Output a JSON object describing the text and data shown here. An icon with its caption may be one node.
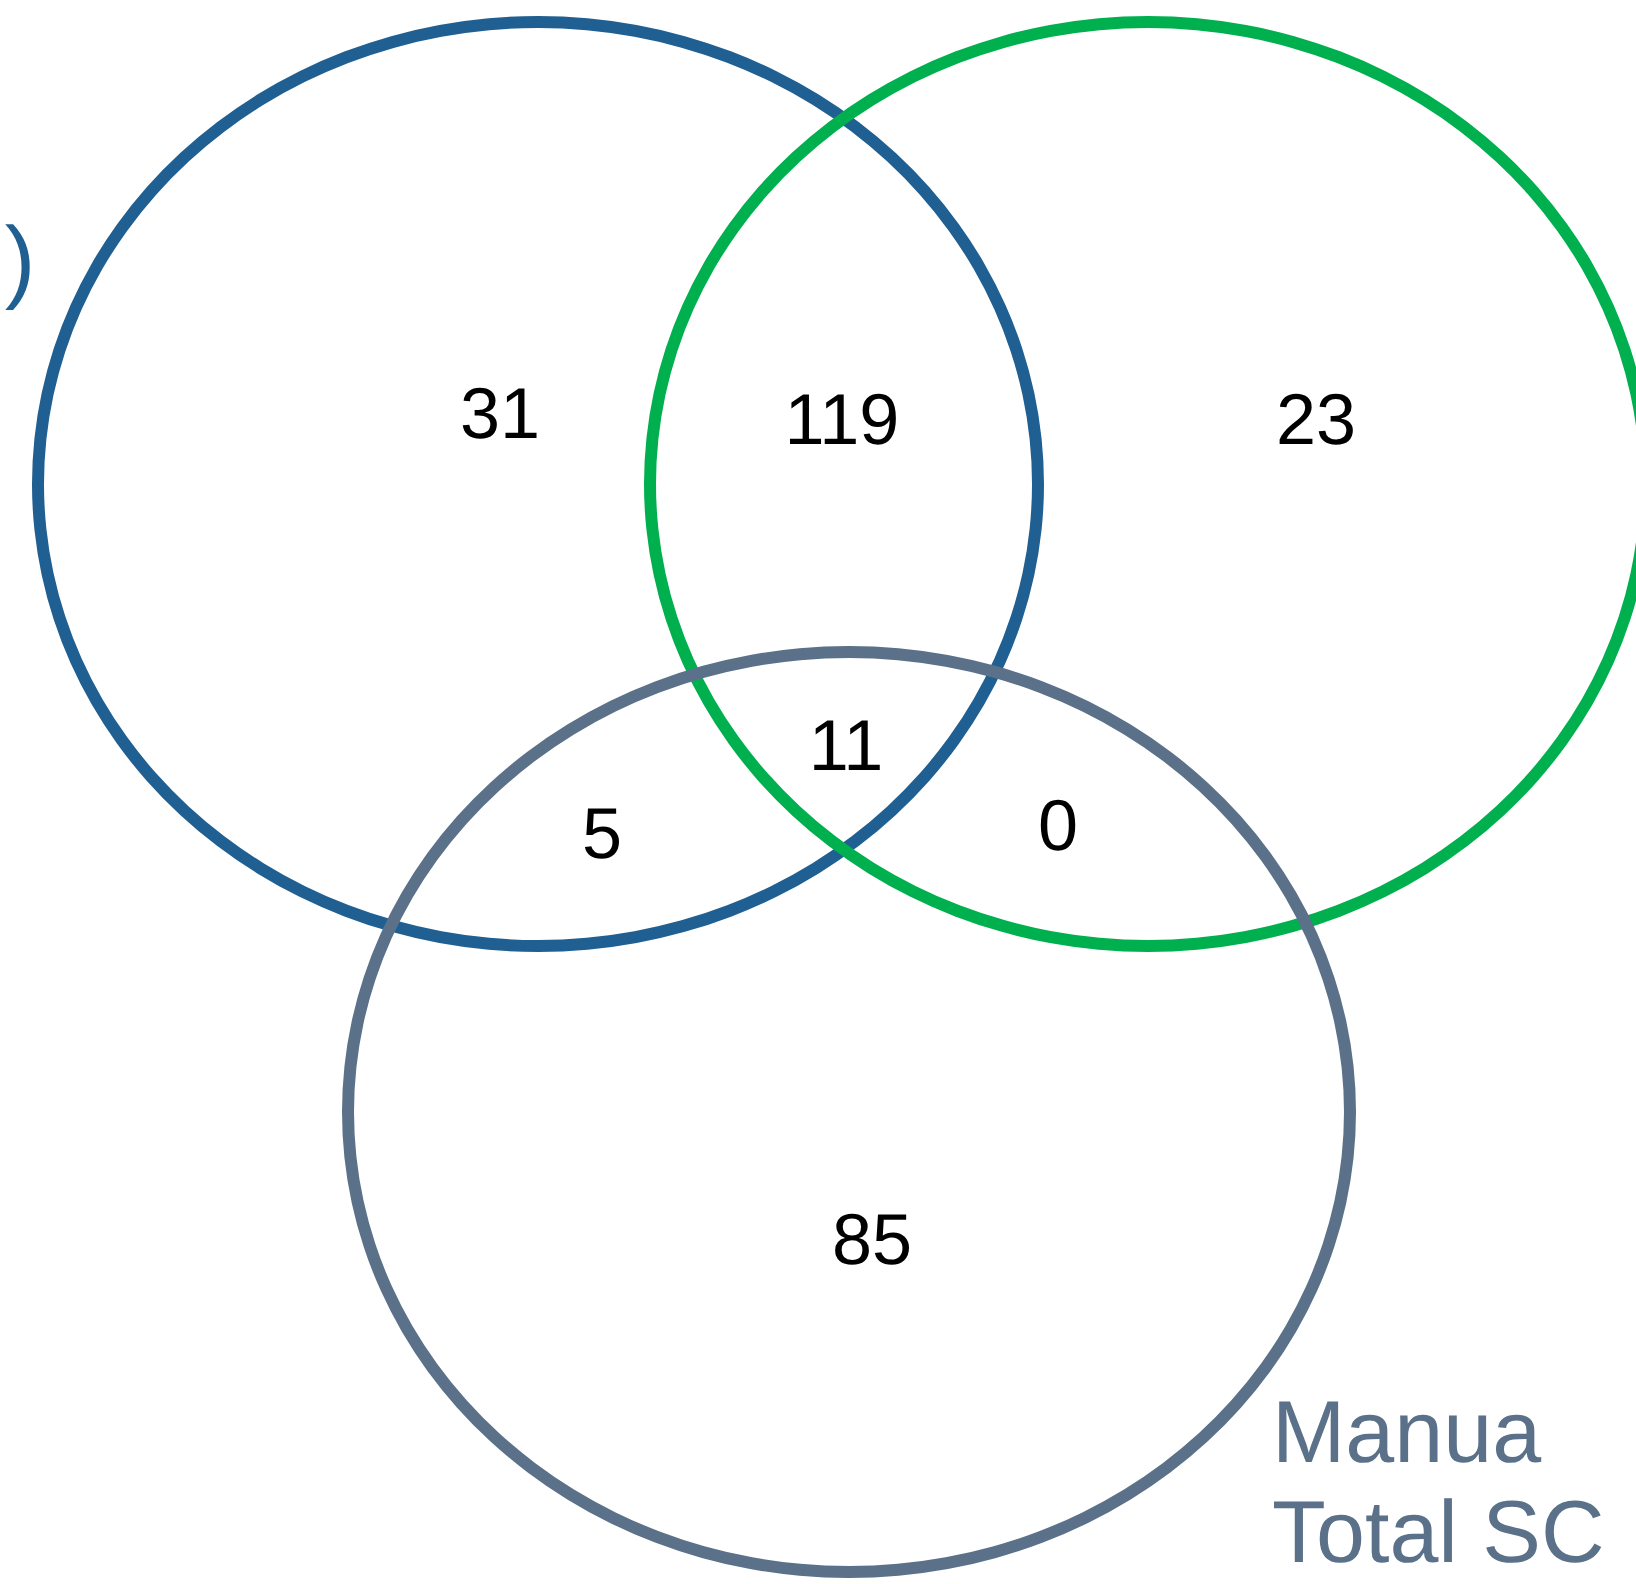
{
  "diagram": {
    "nodes": [
      {
        "text": [],
        "shape": "circle"
      },
      {
        "text": [],
        "shape": "circle"
      },
      {
        "text": [],
        "shape": "circle"
      }
    ],
    "labels": [
      ")",
      "31",
      "119",
      "23",
      "11",
      "5",
      "0",
      "85",
      "Manua",
      "Total SC"
    ]
  }
}
